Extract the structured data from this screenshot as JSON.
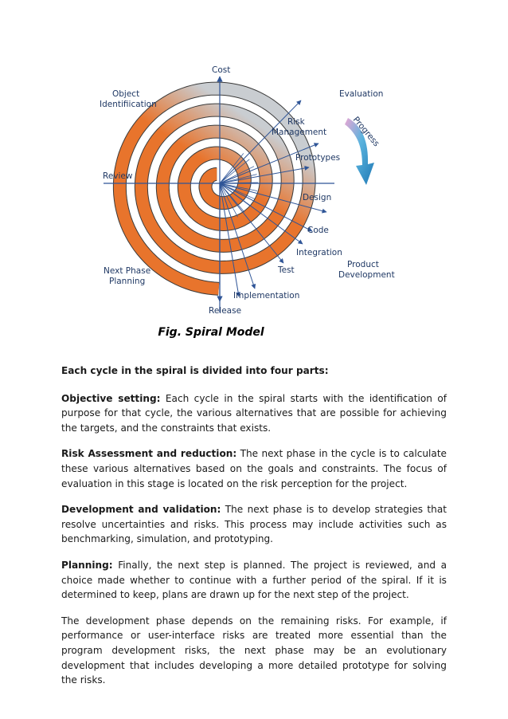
{
  "figure": {
    "labels": {
      "cost": "Cost",
      "evaluation": "Evaluation",
      "object_identification_line1": "Object",
      "object_identification_line2": "Identifiication",
      "risk_management_line1": "Risk",
      "risk_management_line2": "Management",
      "progress": "Progress",
      "prototypes": "Prototypes",
      "review": "Review",
      "design": "Design",
      "code": "Code",
      "integration": "Integration",
      "product_development_line1": "Product",
      "product_development_line2": "Development",
      "next_phase_planning_line1": "Next Phase",
      "next_phase_planning_line2": "Planning",
      "test": "Test",
      "implementation": "Implementation",
      "release": "Release"
    },
    "colors": {
      "spiral_outer": "#e8742c",
      "spiral_inner": "#c9cdd1",
      "progress_arrow": "#2e8fc6",
      "axis": "#2f5597"
    },
    "caption": "Fig. Spiral Model"
  },
  "body": {
    "intro": "Each cycle in the spiral is divided into four parts:",
    "sections": [
      {
        "heading": "Objective setting:",
        "text": " Each cycle in the spiral starts with the identification of purpose for that cycle, the various alternatives that are possible for achieving the targets, and the constraints that exists."
      },
      {
        "heading": "Risk Assessment and reduction:",
        "text": " The next phase in the cycle is to calculate these various alternatives based on the goals and constraints. The focus of evaluation in this stage is located on the risk perception for the project."
      },
      {
        "heading": "Development and validation:",
        "text": " The next phase is to develop strategies that resolve uncertainties and risks. This process may include activities such as benchmarking, simulation, and prototyping."
      },
      {
        "heading": "Planning:",
        "text": " Finally, the next step is planned. The project is reviewed, and a choice made whether to continue with a further period of the spiral. If it is determined to keep, plans are drawn up for the next step of the project."
      }
    ],
    "closing": "The development phase depends on the remaining risks. For example, if performance or user-interface risks are treated more essential than the program development risks, the next phase may be an evolutionary development that includes developing a more detailed prototype for solving the risks."
  }
}
